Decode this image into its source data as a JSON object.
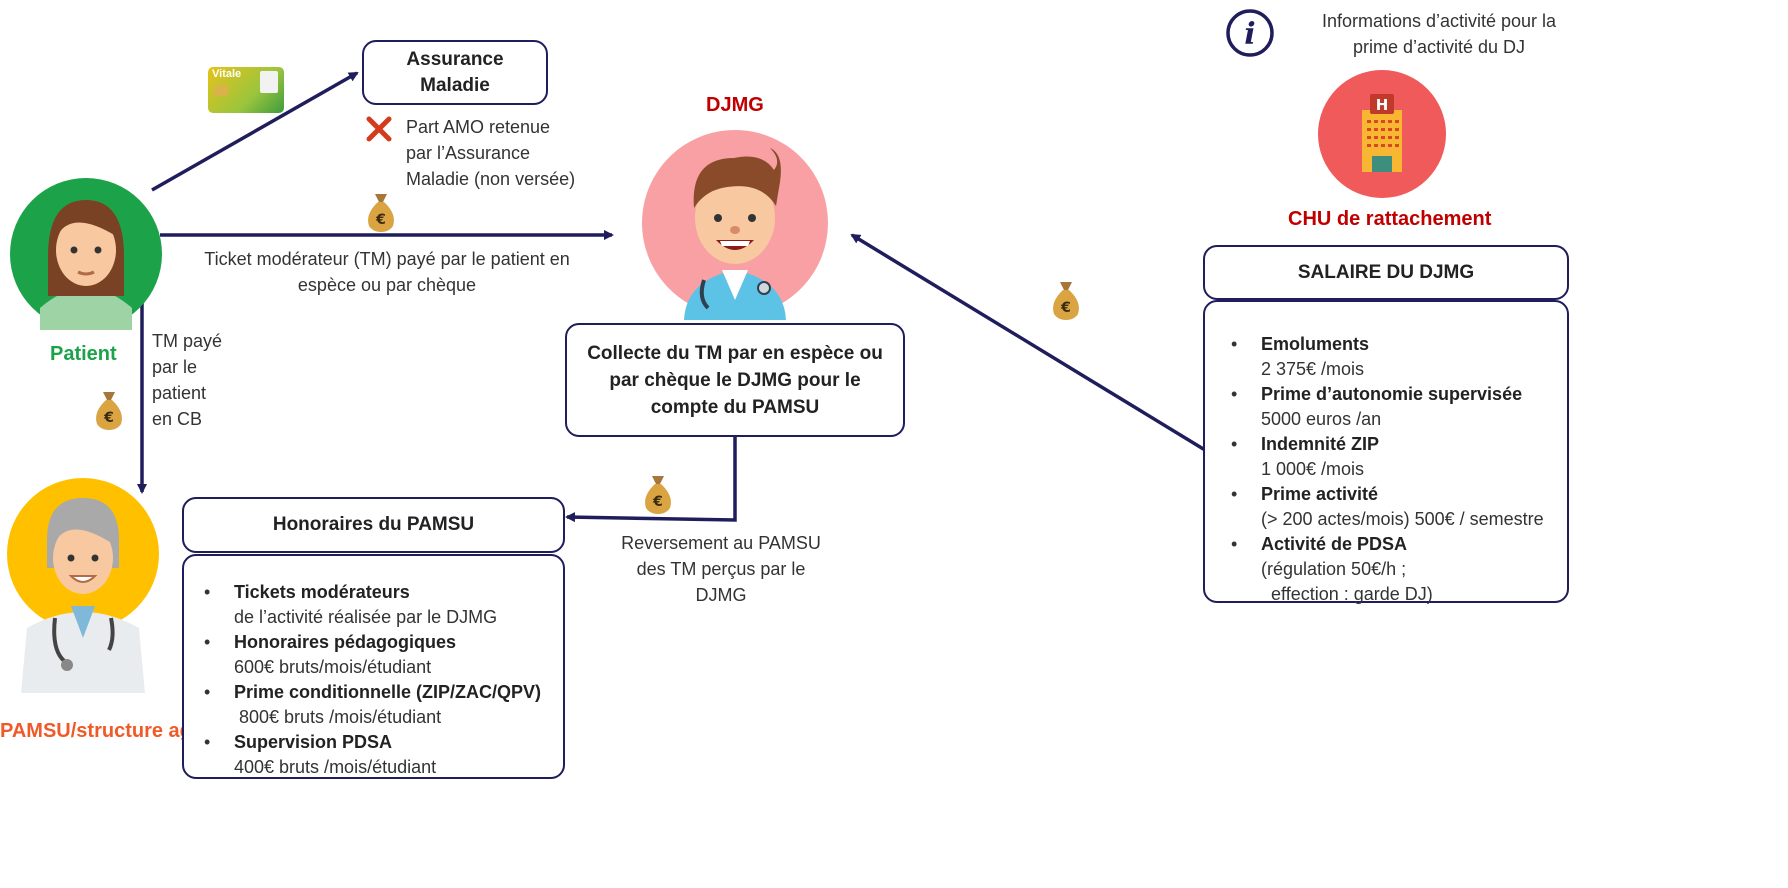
{
  "colors": {
    "navy": "#1f1d5c",
    "patient_green": "#1ca34a",
    "djmg_red": "#c00000",
    "pamsu_orange": "#f05a28",
    "chu_red": "#c00000"
  },
  "patient": {
    "label": "Patient"
  },
  "pamsu_actor": {
    "label": "PAMSU/structure agréée"
  },
  "djmg": {
    "label": "DJMG"
  },
  "assurance": {
    "title": "Assurance Maladie",
    "note_icon": "cross-icon",
    "note": "Part AMO retenue par l’Assurance Maladie (non versée)"
  },
  "vitale_card": {
    "label": "Vitale"
  },
  "flows": {
    "ticket": "Ticket modérateur (TM) payé par le patient en espèce ou par chèque",
    "tm_cb": "TM payé par le patient en CB",
    "reversement": "Reversement au PAMSU des TM perçus par le DJMG"
  },
  "collecte": {
    "text": "Collecte du TM par en espèce ou par chèque le DJMG pour le compte du PAMSU"
  },
  "honoraires": {
    "title": "Honoraires du PAMSU",
    "items": [
      {
        "head": "Tickets modérateurs",
        "sub": "de l’activité réalisée par le DJMG"
      },
      {
        "head": "Honoraires pédagogiques",
        "sub": "600€ bruts/mois/étudiant"
      },
      {
        "head": "Prime conditionnelle (ZIP/ZAC/QPV)",
        "sub": " 800€ bruts /mois/étudiant"
      },
      {
        "head": "Supervision PDSA",
        "sub": "400€ bruts /mois/étudiant"
      }
    ]
  },
  "info": {
    "icon": "info-icon",
    "text": "Informations d’activité pour la prime d’activité du DJ"
  },
  "chu": {
    "label": "CHU de rattachement",
    "badge": "H"
  },
  "salaire": {
    "title": "SALAIRE DU DJMG",
    "items": [
      {
        "head": "Emoluments",
        "sub": "2 375€ /mois"
      },
      {
        "head": "Prime d’autonomie supervisée",
        "sub": "5000 euros /an"
      },
      {
        "head": "Indemnité ZIP",
        "sub": "1 000€ /mois"
      },
      {
        "head": "Prime activité",
        "sub": "(> 200 actes/mois) 500€ / semestre"
      },
      {
        "head": "Activité de PDSA",
        "sub": "(régulation 50€/h ;",
        "sub2": "  effection : garde DJ)"
      }
    ]
  },
  "money": {
    "symbol": "€"
  }
}
